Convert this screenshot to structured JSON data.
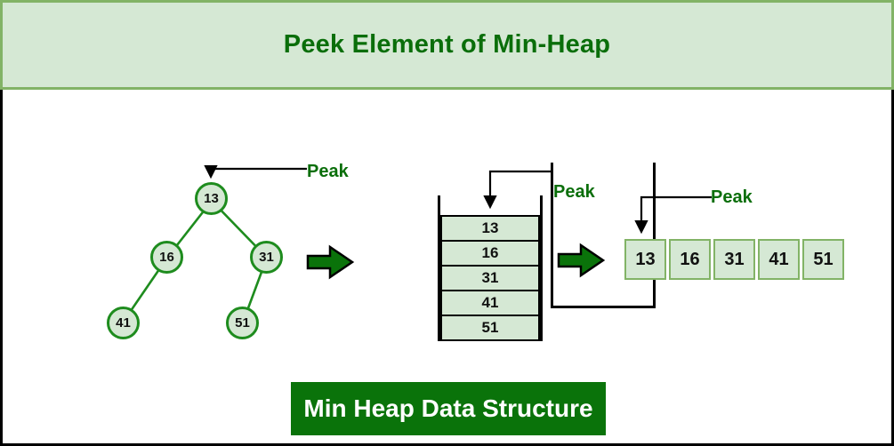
{
  "header": {
    "title": "Peek Element of Min-Heap"
  },
  "caption": {
    "label": "Min Heap Data Structure"
  },
  "peak_labels": {
    "tree": "Peak",
    "stack": "Peak",
    "array": "Peak"
  },
  "tree": {
    "nodes": [
      {
        "value": "13",
        "role": "root"
      },
      {
        "value": "16",
        "role": "left-child-of-13"
      },
      {
        "value": "31",
        "role": "right-child-of-13"
      },
      {
        "value": "41",
        "role": "left-child-of-16"
      },
      {
        "value": "51",
        "role": "left-child-of-31"
      }
    ]
  },
  "stack": {
    "cells": [
      "13",
      "16",
      "31",
      "41",
      "51"
    ]
  },
  "array": {
    "cells": [
      "13",
      "16",
      "31",
      "41",
      "51"
    ]
  },
  "icons": {
    "flow_arrow_1": "right-block-arrow",
    "flow_arrow_2": "right-block-arrow",
    "peak_pointer": "elbow-down-arrow"
  },
  "colors": {
    "header_bg": "#d5e8d4",
    "header_border": "#82b366",
    "title_text": "#0a6e0a",
    "node_fill": "#d5e8d4",
    "node_border": "#1e8c1e",
    "edge_green": "#1e8c1e",
    "dark_green_fill": "#0a730a",
    "array_border": "#82b366",
    "caption_bg": "#0a730a",
    "caption_text": "#ffffff",
    "pointer_black": "#000000"
  }
}
